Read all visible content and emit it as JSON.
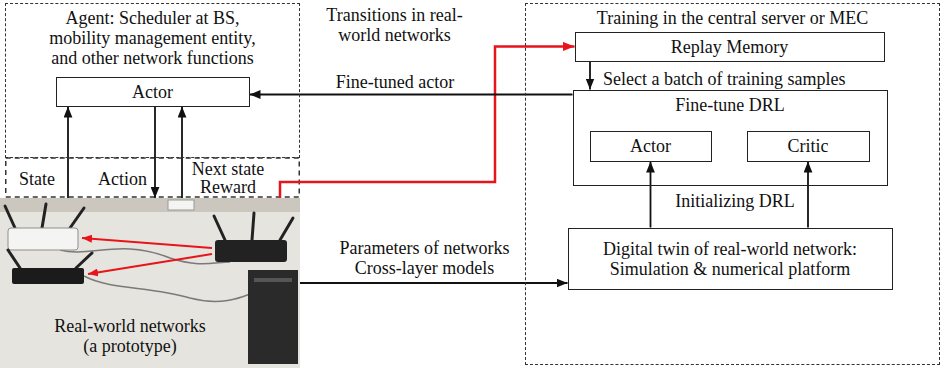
{
  "diagram": {
    "nodes": [
      {
        "text": [
          "Agent: Scheduler at BS, mobility management entity, and other network functions"
        ]
      },
      {
        "text": [
          "Actor"
        ],
        "in": 0
      },
      {
        "text": [
          "Real-world networks (a prototype)"
        ]
      },
      {
        "text": [
          "Training in the central server or MEC"
        ]
      },
      {
        "text": [
          "Replay Memory"
        ],
        "in": 3
      },
      {
        "text": [
          "Fine-tune DRL"
        ],
        "in": 3
      },
      {
        "text": [
          "Actor"
        ],
        "in": 5
      },
      {
        "text": [
          "Critic"
        ],
        "in": 5
      },
      {
        "text": [
          "Digital twin of real-world network: Simulation & numerical platform"
        ],
        "in": 3
      }
    ],
    "edges": [
      {
        "from": 2,
        "to": 1,
        "label": "State",
        "arrow": "to"
      },
      {
        "from": 1,
        "to": 2,
        "label": "Action",
        "arrow": "to"
      },
      {
        "from": 2,
        "to": 1,
        "label": "Next state Reward",
        "arrow": "to"
      },
      {
        "from": 2,
        "to": 4,
        "label": "Transitions in real-world networks",
        "arrow": "to"
      },
      {
        "from": 5,
        "to": 1,
        "label": "Fine-tuned actor",
        "arrow": "to"
      },
      {
        "from": 4,
        "to": 5,
        "label": "Select a batch of training samples",
        "arrow": "to"
      },
      {
        "from": 2,
        "to": 8,
        "label": "Parameters of networks Cross-layer models",
        "arrow": "to"
      },
      {
        "from": 8,
        "to": 6,
        "arrow": "to"
      },
      {
        "from": 8,
        "to": 7,
        "arrow": "to"
      }
    ],
    "labels": [
      "Initializing DRL"
    ]
  }
}
